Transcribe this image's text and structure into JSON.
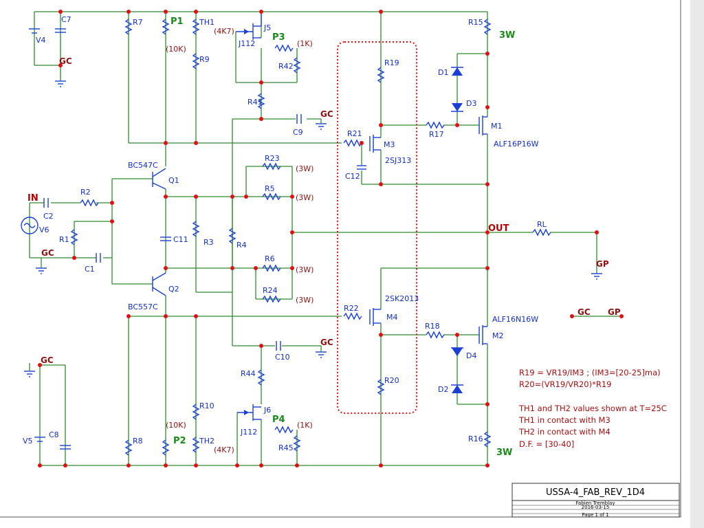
{
  "title_block": {
    "project": "USSA-4_FAB_REV_1D4",
    "author": "Fabien Tremblay",
    "date": "2016-03-15",
    "page": "Page 1 of 1"
  },
  "notes": [
    "R19 = VR19/IM3  ;  (IM3=[20-25]ma)",
    "R20=(VR19/VR20)*R19",
    "TH1 and TH2 values shown at T=25C",
    "TH1 in contact with M3",
    "TH2 in contact with M4",
    "D.F. = [30-40]"
  ],
  "nets": {
    "in": "IN",
    "out": "OUT",
    "gc": "GC",
    "gp": "GP",
    "p1": "P1",
    "p2": "P2",
    "p3": "P3",
    "p4": "P4"
  },
  "components": {
    "v4": "V4",
    "v5": "V5",
    "v6": "V6",
    "c1": "C1",
    "c2": "C2",
    "c7": "C7",
    "c8": "C8",
    "c9": "C9",
    "c10": "C10",
    "c11": "C11",
    "c12": "C12",
    "r1": "R1",
    "r2": "R2",
    "r3": "R3",
    "r4": "R4",
    "r5": "R5",
    "r6": "R6",
    "r7": "R7",
    "r8": "R8",
    "r9": "R9",
    "r10": "R10",
    "r15": "R15",
    "r16": "R16",
    "r17": "R17",
    "r18": "R18",
    "r19": "R19",
    "r20": "R20",
    "r21": "R21",
    "r22": "R22",
    "r23": "R23",
    "r24": "R24",
    "r41": "R41",
    "r42": "R42",
    "r44": "R44",
    "r45": "R45",
    "rl": "RL",
    "th1": "TH1",
    "th2": "TH2",
    "d1": "D1",
    "d2": "D2",
    "d3": "D3",
    "d4": "D4",
    "q1": "Q1",
    "q2": "Q2",
    "q1_type": "BC547C",
    "q2_type": "BC557C",
    "j5": "J5",
    "j6": "J6",
    "j5_type": "J112",
    "j6_type": "J112",
    "m1": "M1",
    "m2": "M2",
    "m3": "M3",
    "m4": "M4",
    "m1_type": "ALF16P16W",
    "m2_type": "ALF16N16W",
    "m3_type": "2SJ313",
    "m4_type": "2SK2013"
  },
  "values": {
    "p1": "(10K)",
    "p2": "(10K)",
    "th1": "(4K7)",
    "th2": "(4K7)",
    "p3": "(1K)",
    "p4": "(1K)",
    "w3": "3W",
    "r23": "(3W)",
    "r5": "(3W)",
    "r6": "(3W)",
    "r24": "(3W)"
  },
  "colors": {
    "wire": "#2e8b2e",
    "component": "#1a3fd6",
    "junction": "#e01010",
    "thermal_box": "#e01010"
  }
}
